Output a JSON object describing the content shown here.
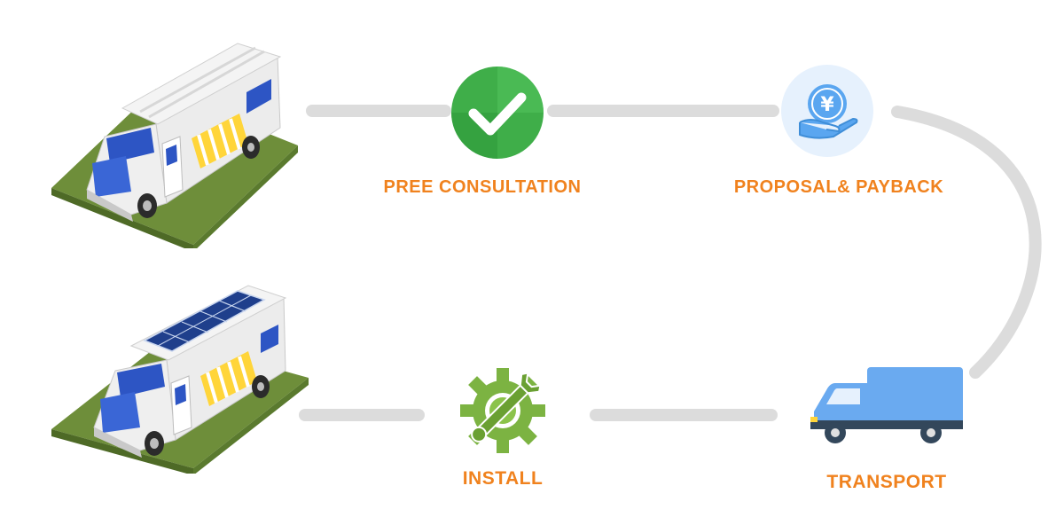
{
  "colors": {
    "connector": "#dcdcdc",
    "label": "#f0821e",
    "check_green": "#3fae49",
    "gear_green": "#7cb342",
    "coin_blue": "#5aa6f0",
    "truck_blue": "#6aaaf0",
    "grass": "#6e8e3a"
  },
  "steps": [
    {
      "id": "consultation",
      "label": "PREE CONSULTATION",
      "icon": "checkmark-icon"
    },
    {
      "id": "proposal",
      "label": "PROPOSAL& PAYBACK",
      "icon": "yen-coin-hand-icon"
    },
    {
      "id": "transport",
      "label": "TRANSPORT",
      "icon": "delivery-truck-icon"
    },
    {
      "id": "install",
      "label": "INSTALL",
      "icon": "gear-wrench-icon"
    }
  ],
  "vehicles": [
    {
      "id": "rv-before",
      "icon": "rv-camper-icon"
    },
    {
      "id": "rv-after",
      "icon": "rv-camper-solar-icon"
    }
  ]
}
